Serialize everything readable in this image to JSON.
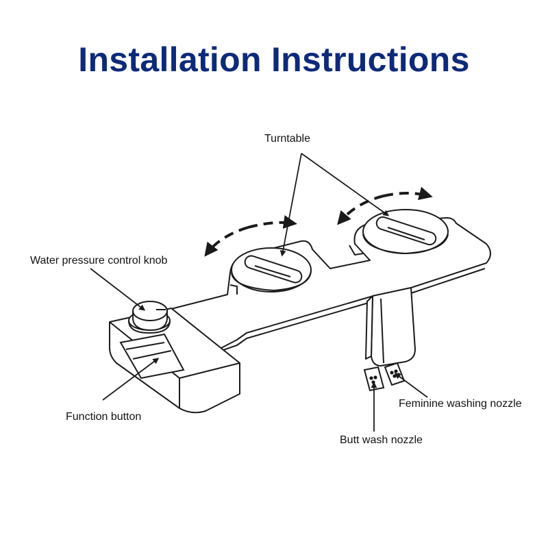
{
  "title": "Installation Instructions",
  "colors": {
    "title": "#0d2a7a",
    "line": "#1a1a1a",
    "background": "#ffffff"
  },
  "callouts": {
    "turntable": "Turntable",
    "water_pressure_knob": "Water pressure control knob",
    "function_button": "Function button",
    "feminine_nozzle": "Feminine washing nozzle",
    "butt_nozzle": "Butt wash nozzle"
  }
}
